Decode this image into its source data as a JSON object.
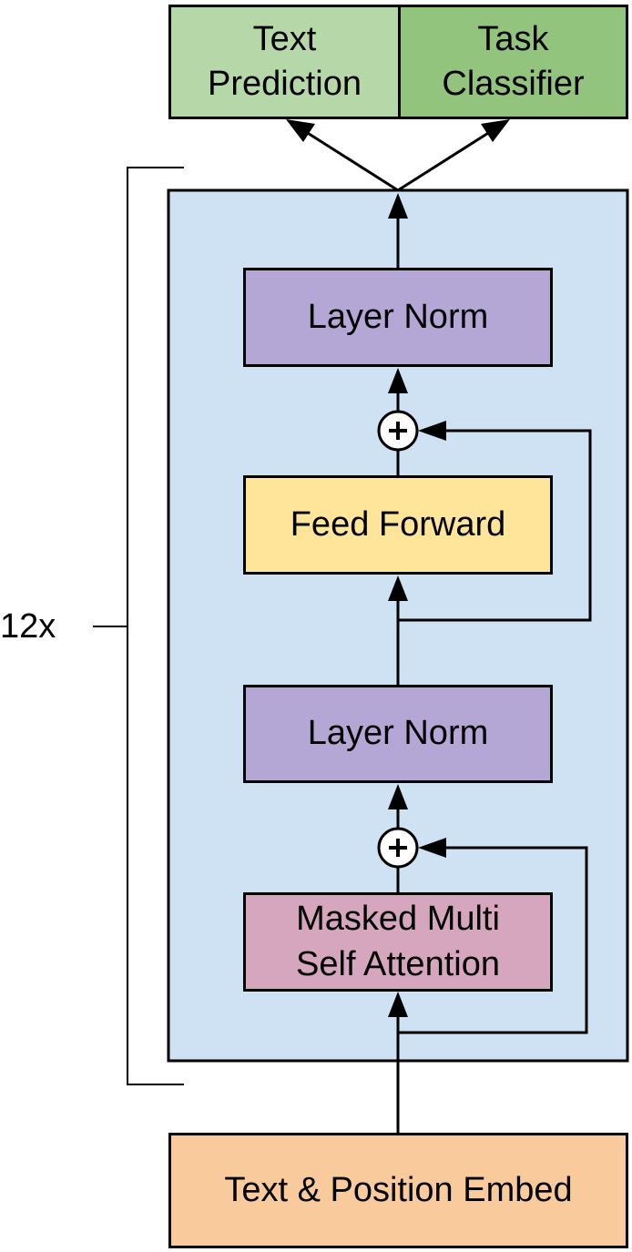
{
  "colors": {
    "text_prediction": "#b6d7a8",
    "task_classifier": "#93c47d",
    "block_background": "#cfe2f3",
    "layer_norm": "#b4a7d6",
    "feed_forward": "#ffe599",
    "attention": "#d5a6bd",
    "embed": "#f9cb9c",
    "stroke": "#000000"
  },
  "outputs": {
    "text_prediction": "Text\nPrediction",
    "task_classifier": "Task\nClassifier"
  },
  "block": {
    "repeat_label": "12x",
    "layer_norm_top": "Layer Norm",
    "feed_forward": "Feed Forward",
    "layer_norm_bottom": "Layer Norm",
    "attention": "Masked Multi\nSelf Attention"
  },
  "input": {
    "embed": "Text & Position Embed"
  },
  "icons": {
    "add": "plus-circle-icon"
  }
}
